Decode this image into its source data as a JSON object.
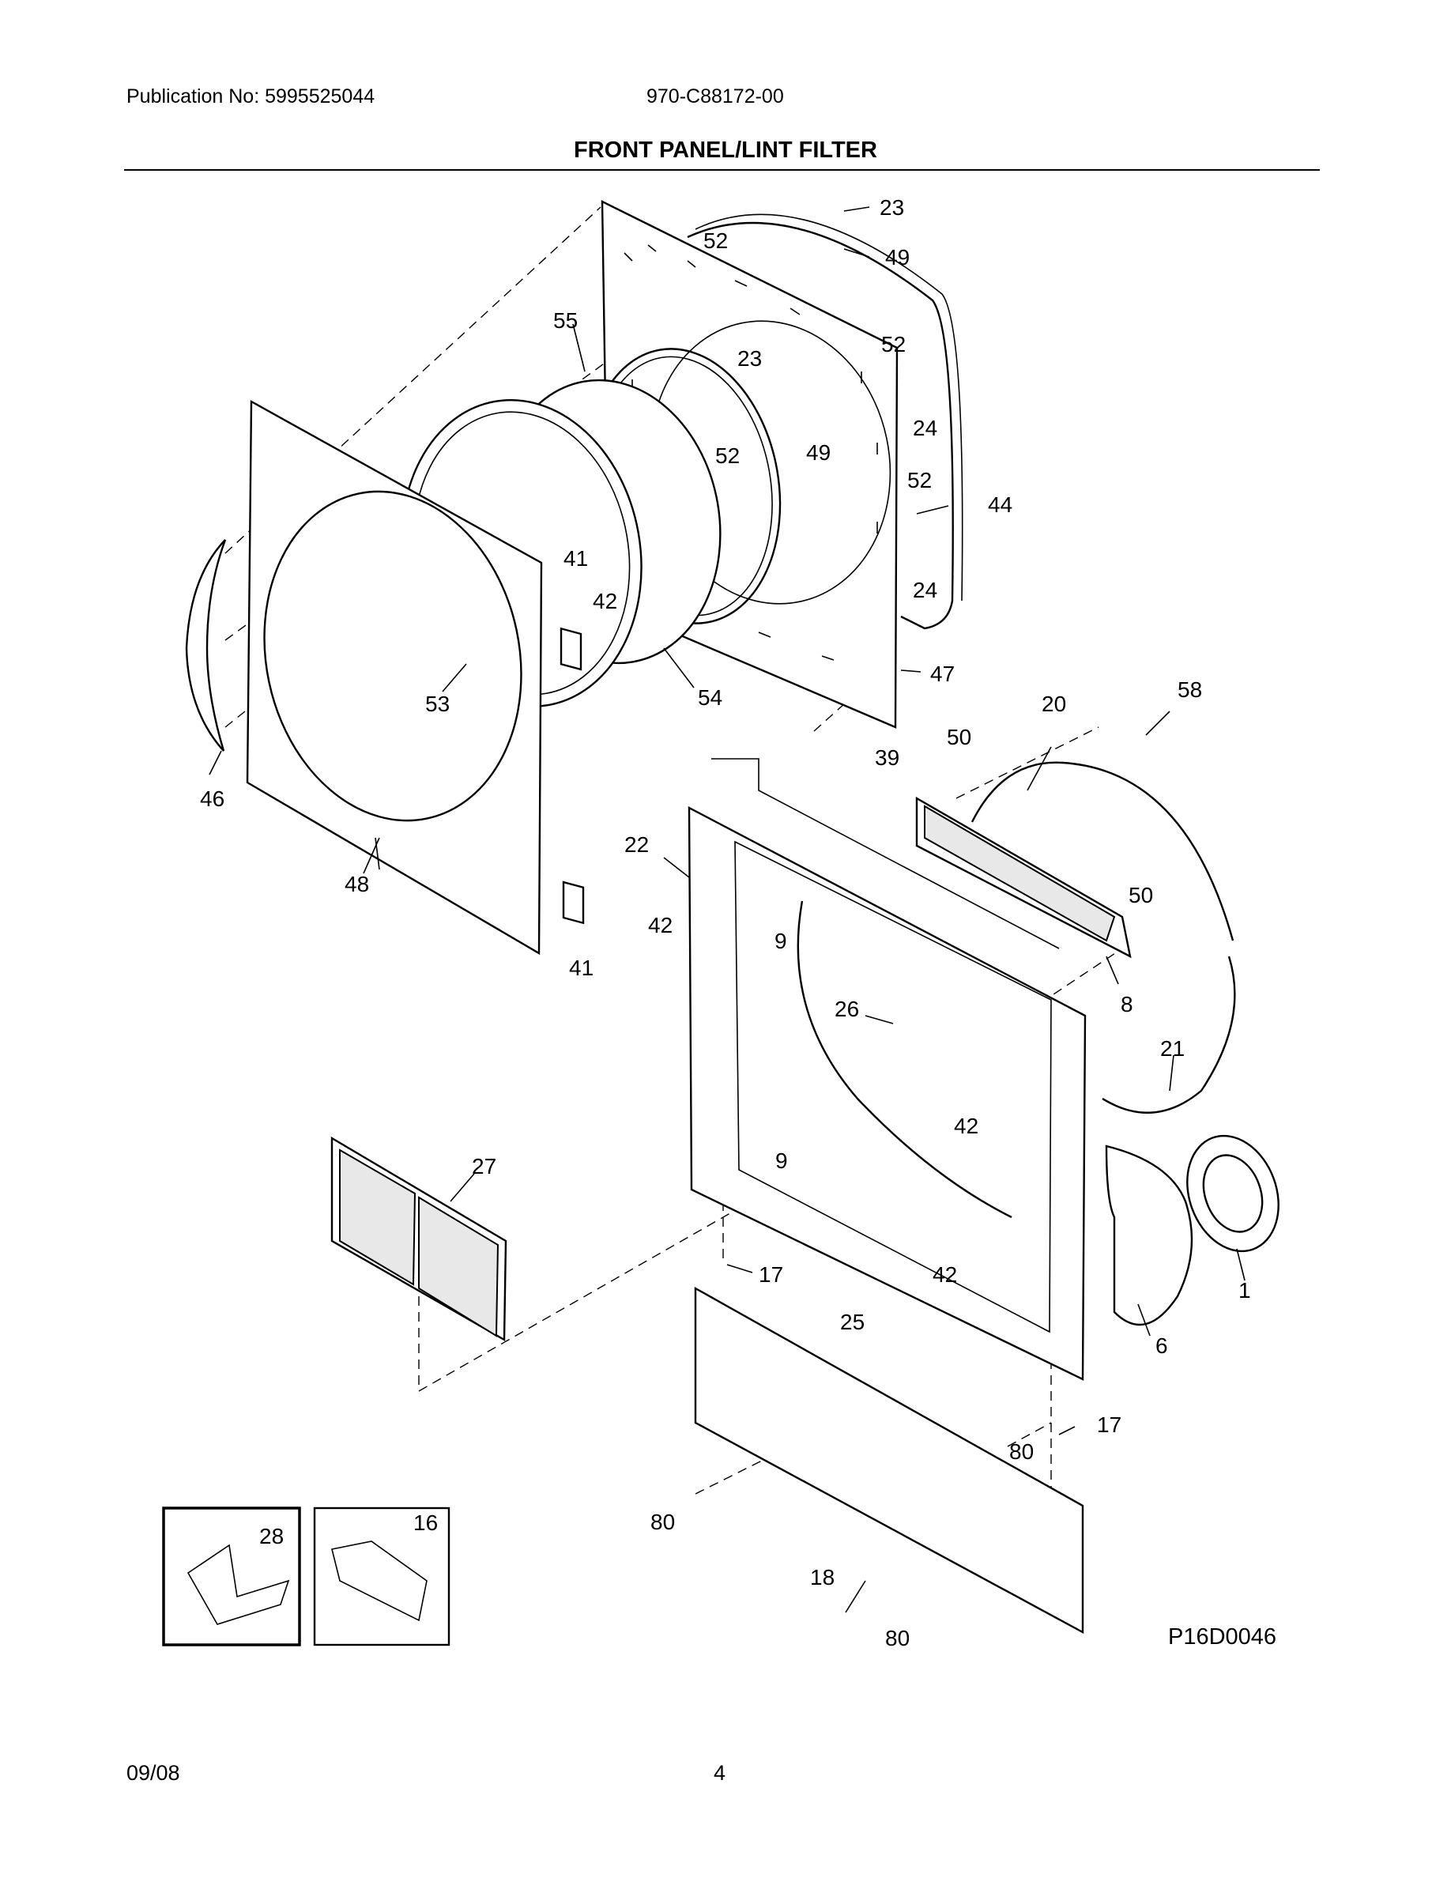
{
  "header": {
    "publication": "Publication No: 5995525044",
    "model_code": "970-C88172-00",
    "title": "FRONT PANEL/LINT FILTER"
  },
  "diagram": {
    "drawing_id": "P16D0046",
    "callouts": [
      "23",
      "52",
      "49",
      "55",
      "52",
      "23",
      "24",
      "49",
      "52",
      "52",
      "44",
      "24",
      "41",
      "42",
      "47",
      "53",
      "54",
      "58",
      "20",
      "46",
      "50",
      "39",
      "48",
      "22",
      "50",
      "42",
      "9",
      "41",
      "8",
      "26",
      "21",
      "42",
      "27",
      "9",
      "17",
      "42",
      "1",
      "25",
      "6",
      "17",
      "80",
      "28",
      "16",
      "80",
      "18",
      "80"
    ]
  },
  "footer": {
    "date": "09/08",
    "page": "4"
  }
}
